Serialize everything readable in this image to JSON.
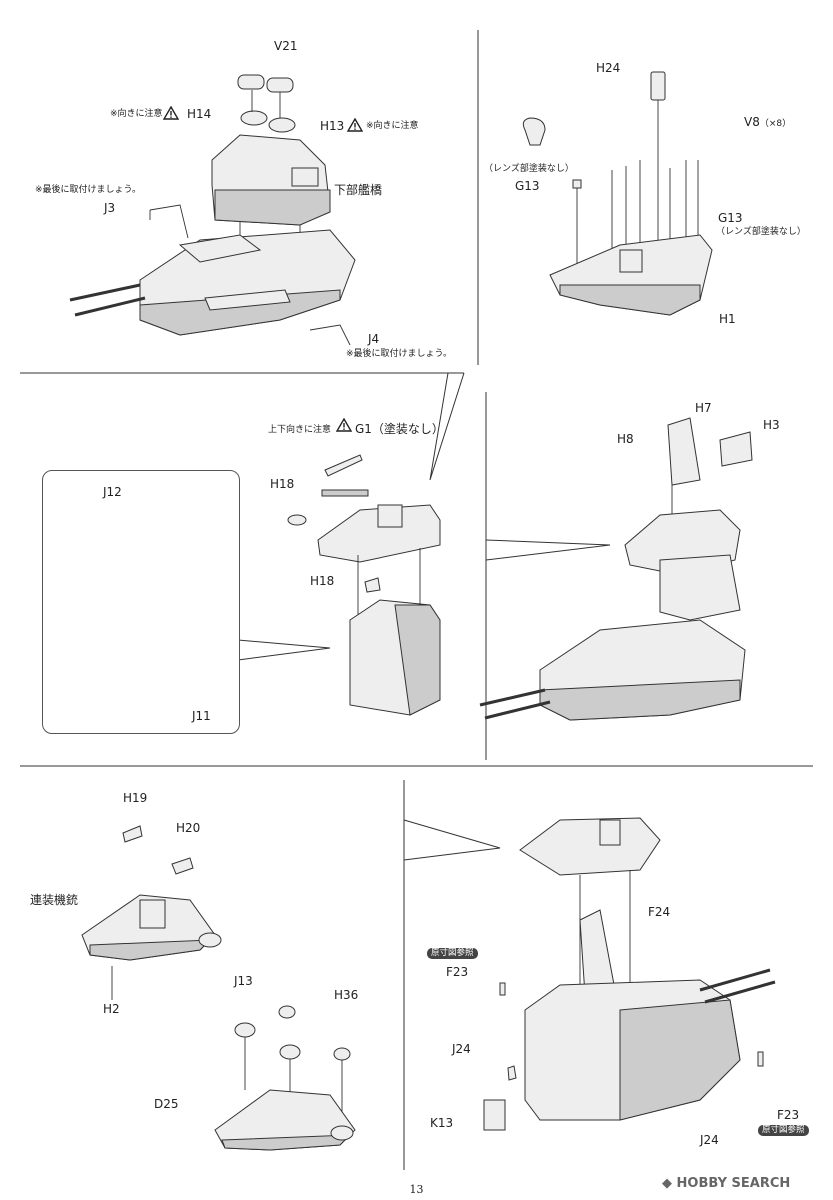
{
  "page": {
    "number": "13",
    "watermark": "HOBBY SEARCH"
  },
  "step1": {
    "v21": "V21",
    "h14": "H14",
    "h14_note": "※向きに注意",
    "h13": "H13",
    "h13_note": "※向きに注意",
    "lower_bridge": "下部艦橋",
    "j3_note": "※最後に取付けましょう。",
    "j3": "J3",
    "j4": "J4",
    "j4_note": "※最後に取付けましょう。"
  },
  "step2": {
    "h24": "H24",
    "v8": "V8",
    "v8_qty": "（×8）",
    "g13_left_note": "（レンズ部塗装なし）",
    "g13_left": "G13",
    "g13_right": "G13",
    "g13_right_note": "（レンズ部塗装なし）",
    "h1": "H1"
  },
  "step3": {
    "g1_note": "上下向きに注意",
    "g1": "G1（塗装なし）",
    "h18_top": "H18",
    "h18_bottom": "H18",
    "j12": "J12",
    "j11": "J11"
  },
  "step4": {
    "h7": "H7",
    "h8": "H8",
    "h3": "H3"
  },
  "step5": {
    "h19": "H19",
    "h20": "H20",
    "guns": "連装機銃",
    "h2": "H2",
    "j13": "J13",
    "h36": "H36",
    "d25": "D25"
  },
  "step6": {
    "ref_badge_top": "原寸図参照",
    "f23_top": "F23",
    "f24": "F24",
    "j24_left": "J24",
    "k13": "K13",
    "f23_right": "F23",
    "ref_badge_right": "原寸図参照",
    "j24_bottom": "J24"
  }
}
